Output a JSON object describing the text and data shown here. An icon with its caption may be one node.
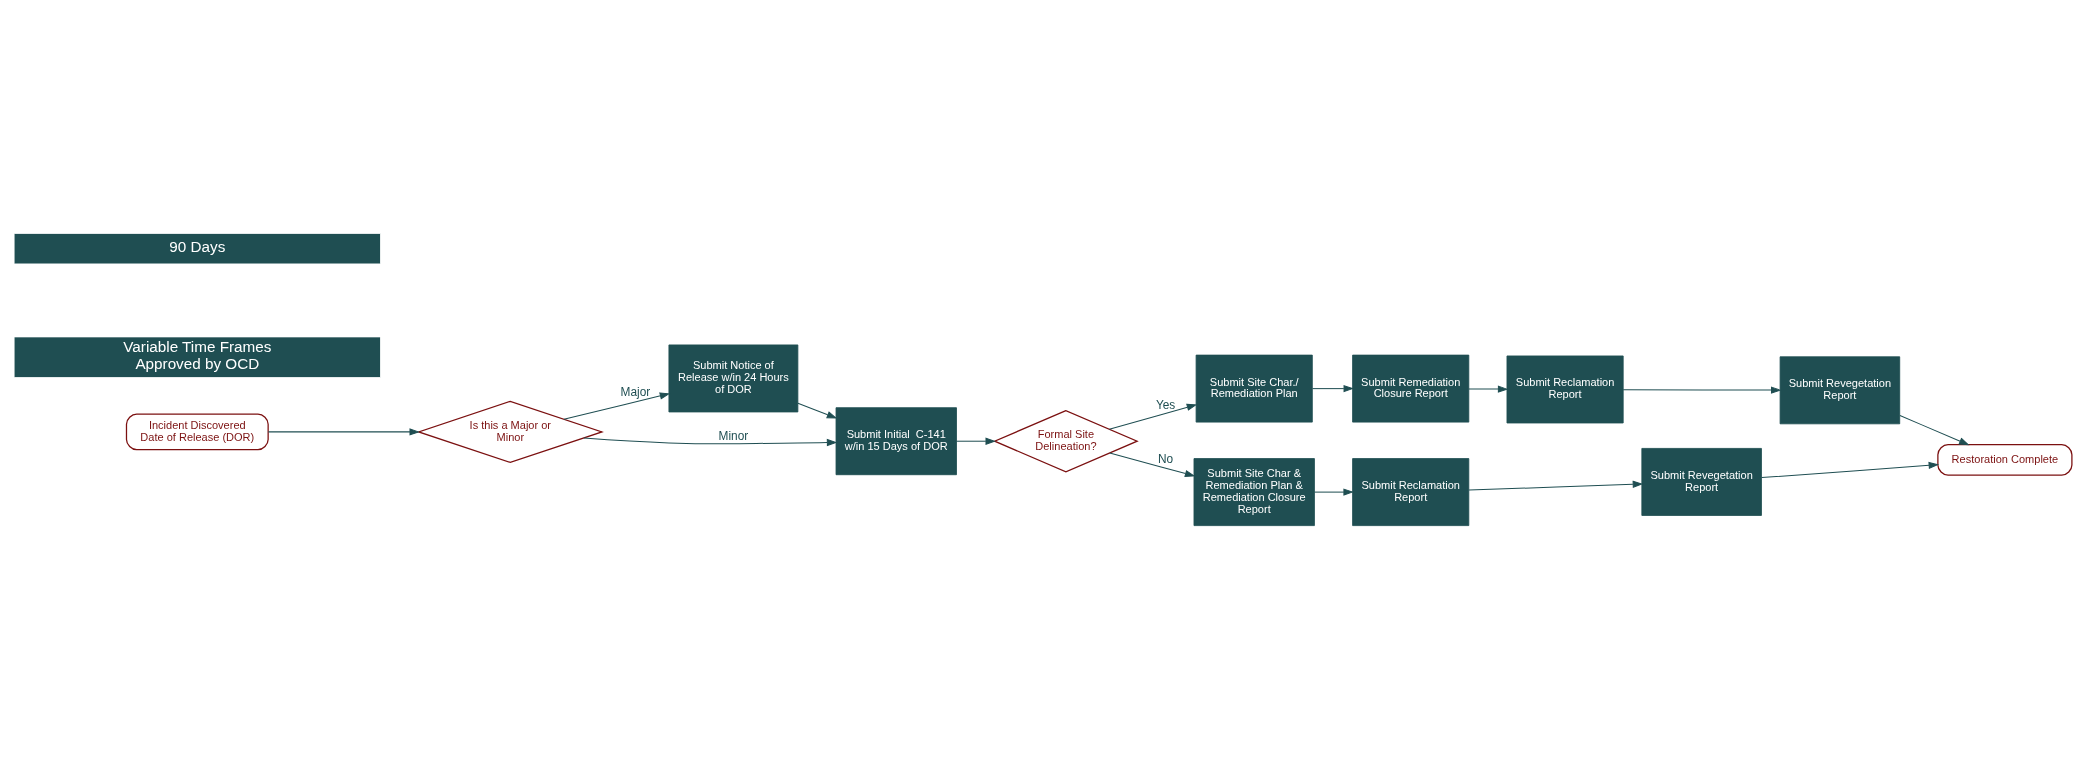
{
  "diagram": {
    "nodes": [
      {
        "text": [
          "Incident Discovered Date of Release (DOR)"
        ]
      },
      {
        "text": [
          "Is this a Major or Minor"
        ]
      },
      {
        "text": [
          "Submit Notice of Release w/in 24 Hours of DOR"
        ]
      },
      {
        "text": [
          "Submit Initial  C-141 w/in 15 Days of DOR"
        ]
      },
      {
        "text": [
          "Formal Site Delineation?"
        ]
      },
      {
        "text": [
          "Submit Site Char./ Remediation Plan"
        ]
      },
      {
        "text": [
          "Submit Remediation Closure Report"
        ]
      },
      {
        "text": [
          "Submit Reclamation Report"
        ]
      },
      {
        "text": [
          "Submit Revegetation Report"
        ]
      },
      {
        "text": [
          "Submit Site Char & Remediation Plan & Remediation Closure Report"
        ]
      },
      {
        "text": [
          "Submit Reclamation Report"
        ]
      },
      {
        "text": [
          "Submit Revegetation Report"
        ]
      },
      {
        "text": [
          "Restoration Complete"
        ]
      },
      {
        "text": [
          "90 Days"
        ]
      },
      {
        "text": [
          "Variable Time Frames Approved by OCD"
        ]
      }
    ],
    "edges": [
      {
        "from": 0,
        "to": 1,
        "arrow": "to"
      },
      {
        "from": 1,
        "to": 2,
        "arrow": "to",
        "label": "Major"
      },
      {
        "from": 1,
        "to": 3,
        "arrow": "to",
        "label": "Minor"
      },
      {
        "from": 2,
        "to": 3,
        "arrow": "to"
      },
      {
        "from": 3,
        "to": 4,
        "arrow": "to"
      },
      {
        "from": 4,
        "to": 5,
        "arrow": "to",
        "label": "Yes"
      },
      {
        "from": 4,
        "to": 9,
        "arrow": "to",
        "label": "No"
      },
      {
        "from": 5,
        "to": 6,
        "arrow": "to"
      },
      {
        "from": 6,
        "to": 7,
        "arrow": "to"
      },
      {
        "from": 7,
        "to": 8,
        "arrow": "to"
      },
      {
        "from": 8,
        "to": 12,
        "arrow": "to"
      },
      {
        "from": 9,
        "to": 10,
        "arrow": "to"
      },
      {
        "from": 10,
        "to": 11,
        "arrow": "to"
      },
      {
        "from": 11,
        "to": 12,
        "arrow": "to"
      }
    ]
  }
}
